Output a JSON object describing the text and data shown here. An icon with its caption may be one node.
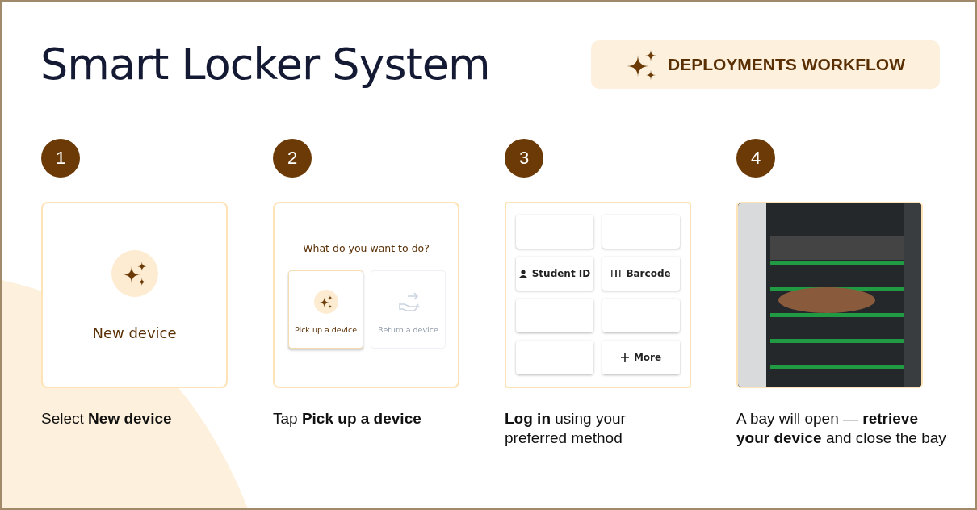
{
  "diagram": {
    "title": "Smart Locker System",
    "nodes": [
      {
        "text": [
          "DEPLOYMENTS WORKFLOW"
        ]
      },
      {
        "text": [
          "1"
        ]
      },
      {
        "text": [
          "New device"
        ],
        "beside": [
          "Select **New device**"
        ]
      },
      {
        "text": [
          "2"
        ]
      },
      {
        "text": [
          "What do you want to do?"
        ],
        "beside": [
          "Tap **Pick up a device**"
        ]
      },
      {
        "text": [
          "Pick up a device"
        ],
        "in": 4
      },
      {
        "text": [
          "Return a device"
        ],
        "in": 4
      },
      {
        "text": [
          "3"
        ]
      },
      {
        "text": [],
        "shape": "box",
        "beside": [
          "**Log in** using your preferred method"
        ]
      },
      {
        "text": [],
        "shape": "box",
        "in": 8
      },
      {
        "text": [],
        "shape": "box",
        "in": 8
      },
      {
        "text": [
          "Student ID"
        ],
        "in": 8
      },
      {
        "text": [
          "Barcode"
        ],
        "in": 8
      },
      {
        "text": [],
        "shape": "box",
        "in": 8
      },
      {
        "text": [],
        "shape": "box",
        "in": 8
      },
      {
        "text": [],
        "shape": "box",
        "in": 8
      },
      {
        "text": [
          "More"
        ],
        "in": 8
      },
      {
        "text": [
          "4"
        ]
      },
      {
        "text": [],
        "shape": "picture",
        "beside": [
          "A bay will open — **retrieve your device** and close the bay"
        ]
      }
    ],
    "edges": []
  }
}
